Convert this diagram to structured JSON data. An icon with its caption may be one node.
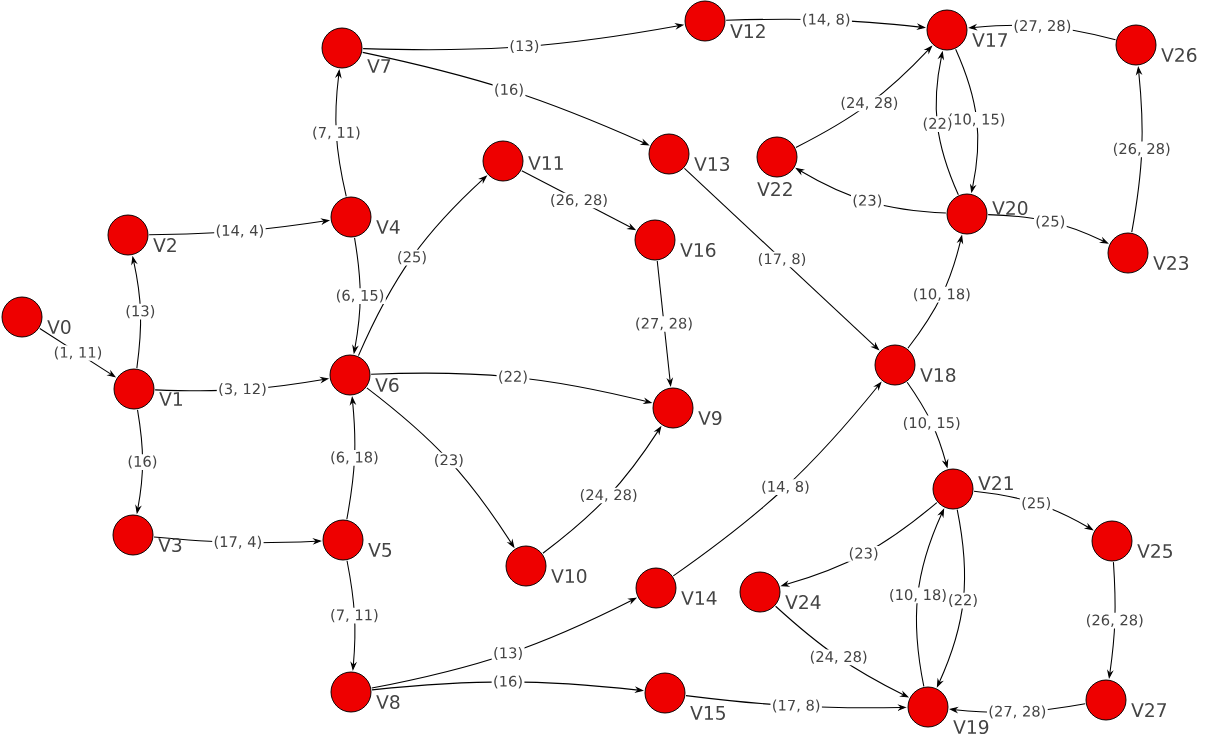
{
  "diagram": {
    "nodes": [
      {
        "text": [],
        "shape": "circle",
        "beside": [
          "V0"
        ]
      },
      {
        "text": [],
        "shape": "circle",
        "beside": [
          "V1"
        ]
      },
      {
        "text": [],
        "shape": "circle",
        "beside": [
          "V2"
        ]
      },
      {
        "text": [],
        "shape": "circle",
        "beside": [
          "V3"
        ]
      },
      {
        "text": [],
        "shape": "circle",
        "beside": [
          "V4"
        ]
      },
      {
        "text": [],
        "shape": "circle",
        "beside": [
          "V5"
        ]
      },
      {
        "text": [],
        "shape": "circle",
        "beside": [
          "V6"
        ]
      },
      {
        "text": [],
        "shape": "circle",
        "beside": [
          "V7"
        ]
      },
      {
        "text": [],
        "shape": "circle",
        "beside": [
          "V8"
        ]
      },
      {
        "text": [],
        "shape": "circle",
        "beside": [
          "V9"
        ]
      },
      {
        "text": [],
        "shape": "circle",
        "beside": [
          "V10"
        ]
      },
      {
        "text": [],
        "shape": "circle",
        "beside": [
          "V11"
        ]
      },
      {
        "text": [],
        "shape": "circle",
        "beside": [
          "V12"
        ]
      },
      {
        "text": [],
        "shape": "circle",
        "beside": [
          "V13"
        ]
      },
      {
        "text": [],
        "shape": "circle",
        "beside": [
          "V14"
        ]
      },
      {
        "text": [],
        "shape": "circle",
        "beside": [
          "V15"
        ]
      },
      {
        "text": [],
        "shape": "circle",
        "beside": [
          "V16"
        ]
      },
      {
        "text": [],
        "shape": "circle",
        "beside": [
          "V17"
        ]
      },
      {
        "text": [],
        "shape": "circle",
        "beside": [
          "V18"
        ]
      },
      {
        "text": [],
        "shape": "circle",
        "beside": [
          "V19"
        ]
      },
      {
        "text": [],
        "shape": "circle",
        "beside": [
          "V20"
        ]
      },
      {
        "text": [],
        "shape": "circle",
        "beside": [
          "V21"
        ]
      },
      {
        "text": [],
        "shape": "circle",
        "beside": [
          "V22"
        ]
      },
      {
        "text": [],
        "shape": "circle",
        "beside": [
          "V23"
        ]
      },
      {
        "text": [],
        "shape": "circle",
        "beside": [
          "V24"
        ]
      },
      {
        "text": [],
        "shape": "circle",
        "beside": [
          "V25"
        ]
      },
      {
        "text": [],
        "shape": "circle",
        "beside": [
          "V26"
        ]
      },
      {
        "text": [],
        "shape": "circle",
        "beside": [
          "V27"
        ]
      }
    ],
    "edges": [
      {
        "from": 0,
        "to": 1,
        "arrow": "to",
        "label": "(1, 11)"
      },
      {
        "from": 1,
        "to": 2,
        "arrow": "to",
        "label": "(13)"
      },
      {
        "from": 1,
        "to": 6,
        "arrow": "to",
        "label": "(3, 12)"
      },
      {
        "from": 1,
        "to": 3,
        "arrow": "to",
        "label": "(16)"
      },
      {
        "from": 2,
        "to": 4,
        "arrow": "to",
        "label": "(14, 4)"
      },
      {
        "from": 3,
        "to": 5,
        "arrow": "to",
        "label": "(17, 4)"
      },
      {
        "from": 4,
        "to": 7,
        "arrow": "to",
        "label": "(7, 11)"
      },
      {
        "from": 4,
        "to": 6,
        "arrow": "to",
        "label": "(6, 15)"
      },
      {
        "from": 5,
        "to": 6,
        "arrow": "to",
        "label": "(6, 18)"
      },
      {
        "from": 5,
        "to": 8,
        "arrow": "to",
        "label": "(7, 11)"
      },
      {
        "from": 6,
        "to": 11,
        "arrow": "to",
        "label": "(25)"
      },
      {
        "from": 6,
        "to": 9,
        "arrow": "to",
        "label": "(22)"
      },
      {
        "from": 6,
        "to": 10,
        "arrow": "to",
        "label": "(23)"
      },
      {
        "from": 7,
        "to": 12,
        "arrow": "to",
        "label": "(13)"
      },
      {
        "from": 7,
        "to": 13,
        "arrow": "to",
        "label": "(16)"
      },
      {
        "from": 10,
        "to": 9,
        "arrow": "to",
        "label": "(24, 28)"
      },
      {
        "from": 11,
        "to": 16,
        "arrow": "to",
        "label": "(26, 28)"
      },
      {
        "from": 16,
        "to": 9,
        "arrow": "to",
        "label": "(27, 28)"
      },
      {
        "from": 12,
        "to": 17,
        "arrow": "to",
        "label": "(14, 8)"
      },
      {
        "from": 13,
        "to": 18,
        "arrow": "to",
        "label": "(17, 8)"
      },
      {
        "from": 8,
        "to": 14,
        "arrow": "to",
        "label": "(13)"
      },
      {
        "from": 8,
        "to": 15,
        "arrow": "to",
        "label": "(16)"
      },
      {
        "from": 14,
        "to": 18,
        "arrow": "to",
        "label": "(14, 8)"
      },
      {
        "from": 15,
        "to": 19,
        "arrow": "to",
        "label": "(17, 8)"
      },
      {
        "from": 18,
        "to": 20,
        "arrow": "to",
        "label": "(10, 18)"
      },
      {
        "from": 18,
        "to": 21,
        "arrow": "to",
        "label": "(10, 15)"
      },
      {
        "from": 17,
        "to": 20,
        "arrow": "to",
        "label": "(10, 15)"
      },
      {
        "from": 20,
        "to": 17,
        "arrow": "to",
        "label": "(22)"
      },
      {
        "from": 20,
        "to": 22,
        "arrow": "to",
        "label": "(23)"
      },
      {
        "from": 22,
        "to": 17,
        "arrow": "to",
        "label": "(24, 28)"
      },
      {
        "from": 20,
        "to": 23,
        "arrow": "to",
        "label": "(25)"
      },
      {
        "from": 23,
        "to": 26,
        "arrow": "to",
        "label": "(26, 28)"
      },
      {
        "from": 26,
        "to": 17,
        "arrow": "to",
        "label": "(27, 28)"
      },
      {
        "from": 21,
        "to": 24,
        "arrow": "to",
        "label": "(23)"
      },
      {
        "from": 21,
        "to": 19,
        "arrow": "to",
        "label": "(22)"
      },
      {
        "from": 19,
        "to": 21,
        "arrow": "to",
        "label": "(10, 18)"
      },
      {
        "from": 21,
        "to": 25,
        "arrow": "to",
        "label": "(25)"
      },
      {
        "from": 24,
        "to": 19,
        "arrow": "to",
        "label": "(24, 28)"
      },
      {
        "from": 25,
        "to": 27,
        "arrow": "to",
        "label": "(26, 28)"
      },
      {
        "from": 27,
        "to": 19,
        "arrow": "to",
        "label": "(27, 28)"
      }
    ]
  }
}
